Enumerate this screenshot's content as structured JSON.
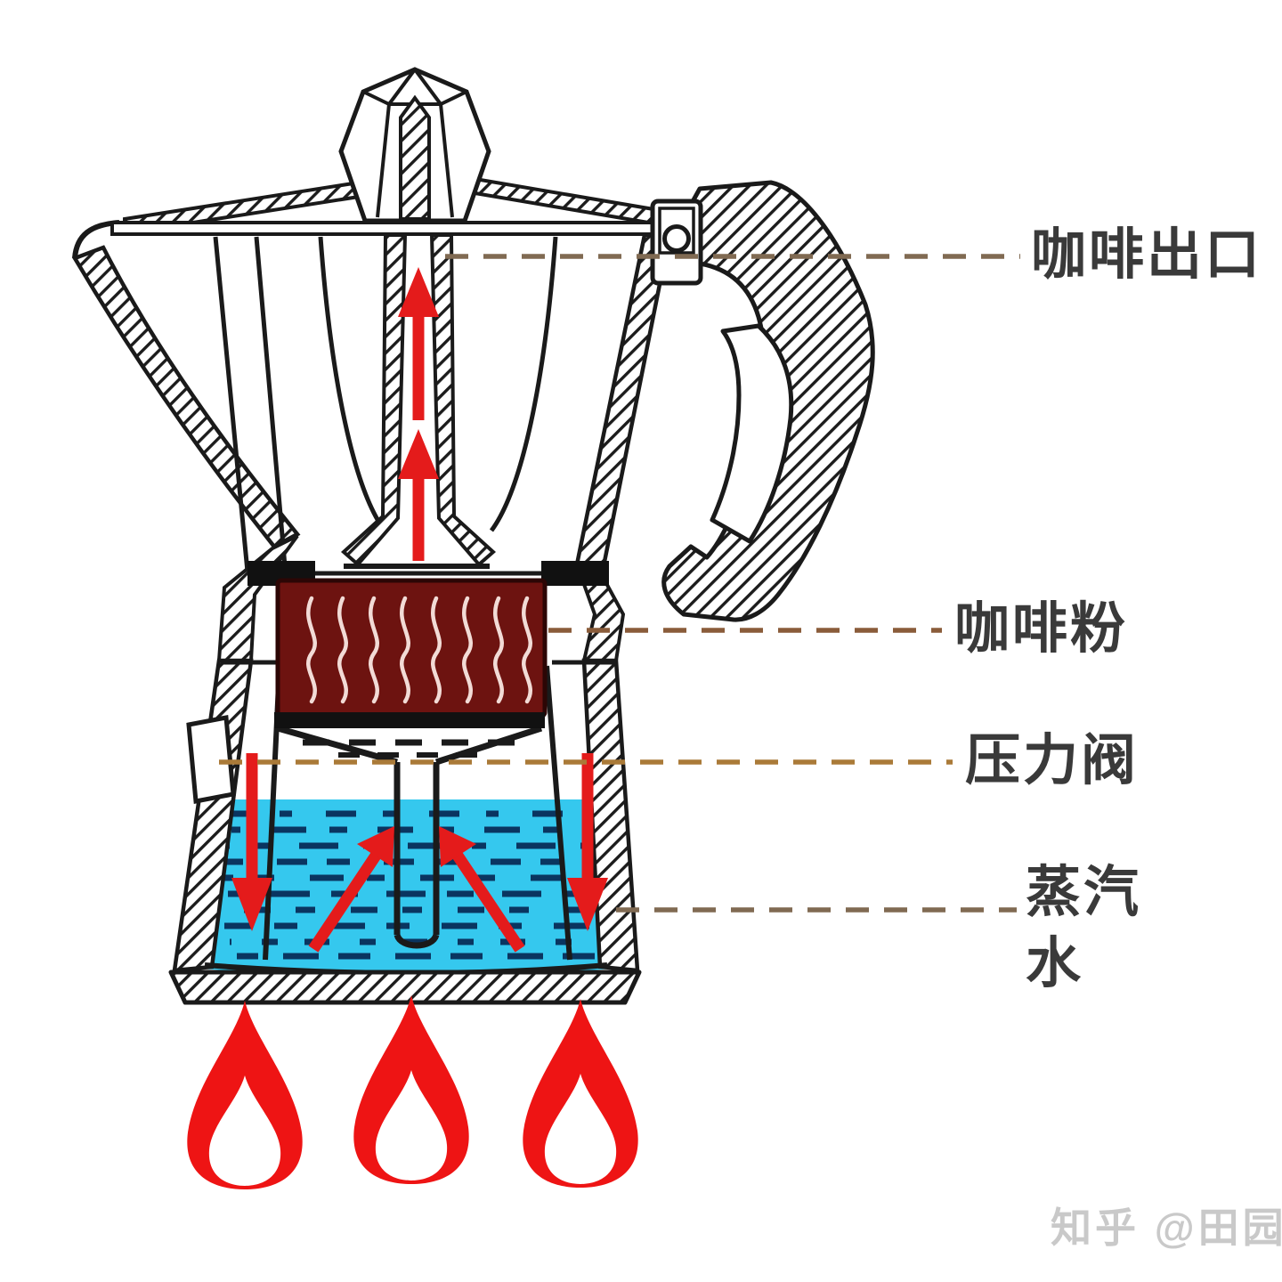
{
  "labels": {
    "coffee_outlet": "咖啡出口",
    "coffee_grounds": "咖啡粉",
    "pressure_valve": "压力阀",
    "steam_water_line1": "蒸汽",
    "steam_water_line2": "水"
  },
  "watermark": "知乎 @田园",
  "colors": {
    "flame_red": "#ee1414",
    "arrow_red": "#e41b1b",
    "water_cyan": "#35c8ee",
    "water_dash_navy": "#0a3560",
    "coffee_maroon": "#6d1310",
    "steam_wave_white": "#f2dbd6",
    "outline_black": "#1a1a1a",
    "leader_brown": "#8a5c3a",
    "leader_gold": "#aa7a38",
    "leader_gray_brown": "#806a52",
    "label_gray": "#3a3a3a",
    "watermark_gray": "#c9c9c9"
  }
}
